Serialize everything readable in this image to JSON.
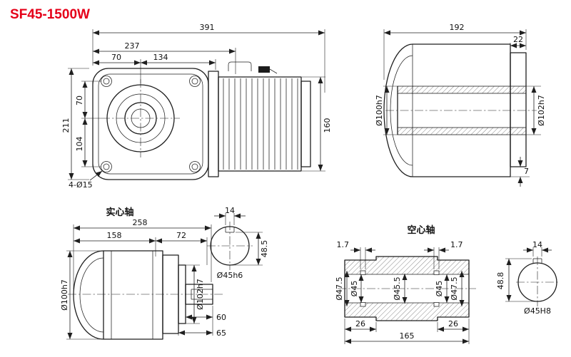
{
  "title": "SF45-1500W",
  "title_color": "#e50019",
  "views": {
    "assembly": {
      "dims": {
        "overall_length": "391",
        "housing_length": "237",
        "center_from_left": "70",
        "center_to_flange": "134",
        "height": "211",
        "center_from_top": "70",
        "center_to_bottom": "104",
        "motor_height": "160",
        "mounting_holes": "4-Ø15"
      }
    },
    "side": {
      "dims": {
        "overall_width": "192",
        "flange_thickness": "22",
        "bore_diameter": "Ø100h7",
        "hub_diameter": "Ø102h7",
        "step": "7"
      }
    },
    "solid": {
      "label": "实心轴",
      "dims": {
        "overall_length": "258",
        "housing_length": "158",
        "flange_section": "72",
        "housing_diameter": "Ø100h7",
        "spigot_diameter": "Ø102h7",
        "shaft_length": "60",
        "shaft_total_length": "65",
        "key_width": "14",
        "key_height": "48.5",
        "shaft_diameter": "Ø45h6"
      }
    },
    "hollow": {
      "label": "空心轴",
      "dims": {
        "groove_width_left": "1.7",
        "groove_width_right": "1.7",
        "groove_diameter_left": "Ø47.5",
        "bore_diameter_left": "Ø45",
        "middle_diameter": "Ø45.5",
        "bore_diameter_right": "Ø45",
        "groove_diameter_right": "Ø47.5",
        "end_length_left": "26",
        "end_length_right": "26",
        "total_length": "165",
        "key_width": "14",
        "key_height": "48.8",
        "bore_fit": "Ø45H8"
      }
    }
  }
}
